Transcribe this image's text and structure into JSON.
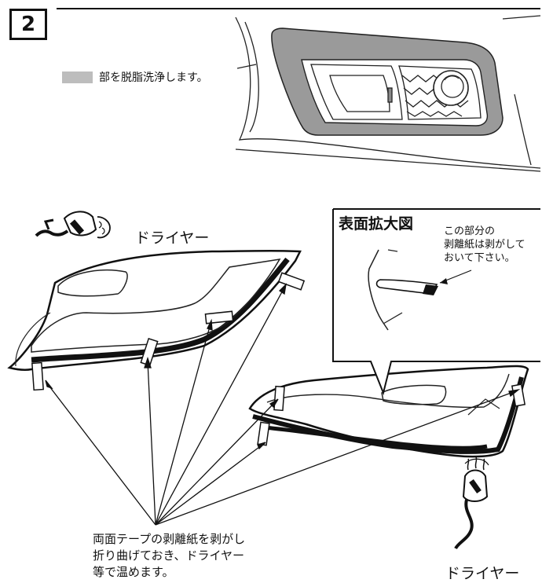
{
  "step": {
    "number": "2"
  },
  "legend": {
    "text": "部を脱脂洗浄します。",
    "swatch_color": "#bdbdbd"
  },
  "dryer_labels": {
    "top": "ドライヤー",
    "bottom": "ドライヤー"
  },
  "zoom": {
    "title": "表面拡大図",
    "note_lines": [
      "この部分の",
      "剥離紙は剥がして",
      "おいて下さい。"
    ]
  },
  "instruction": {
    "lines": [
      "両面テープの剥離紙を剥がし",
      "折り曲げておき、ドライヤー",
      "等で温めます。"
    ]
  },
  "icons": [
    "hair-dryer-icon",
    "hot-air-icon"
  ]
}
